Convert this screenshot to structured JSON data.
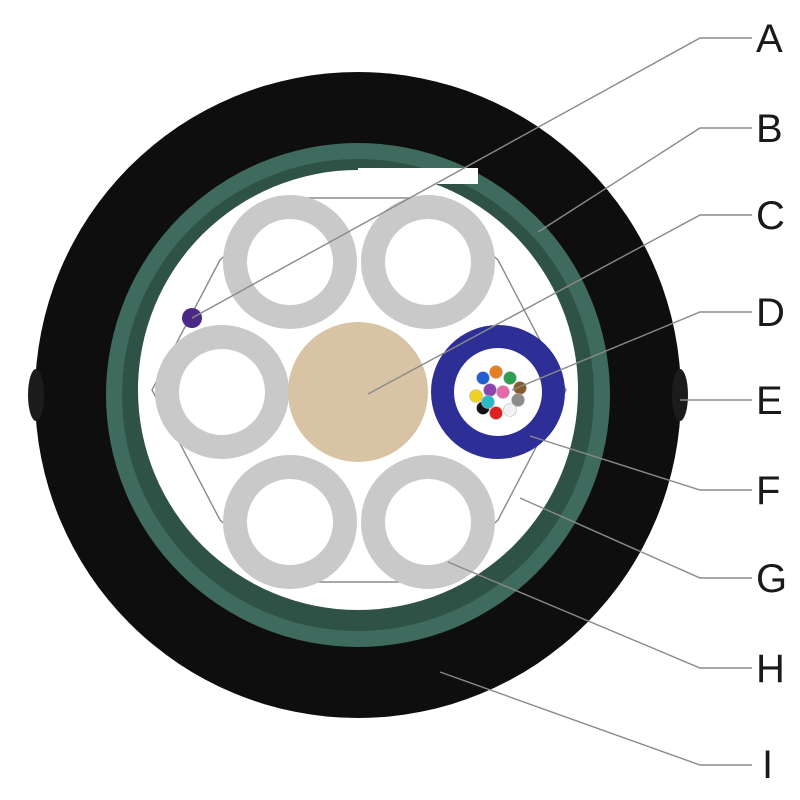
{
  "callouts": [
    {
      "id": "A",
      "label": "A"
    },
    {
      "id": "B",
      "label": "B"
    },
    {
      "id": "C",
      "label": "C"
    },
    {
      "id": "D",
      "label": "D"
    },
    {
      "id": "E",
      "label": "E"
    },
    {
      "id": "F",
      "label": "F"
    },
    {
      "id": "G",
      "label": "G"
    },
    {
      "id": "H",
      "label": "H"
    },
    {
      "id": "I",
      "label": "I"
    }
  ],
  "colors": {
    "outer_jacket": "#0e0e0e",
    "armor_tape": "#3f6b5e",
    "armor_tape_dark": "#2f5247",
    "core_filler": "#ffffff",
    "filler_tube": "#c9c9c9",
    "central_strength_member": "#d8c3a5",
    "loose_tube": "#2d2f96",
    "ripcord": "#4b2a86",
    "leader_line": "#8a8a8a",
    "fiber_colors": [
      "#1f5fd0",
      "#e67e22",
      "#2e9e4f",
      "#8b5a2b",
      "#8c8c8c",
      "#f2f2f2",
      "#e02020",
      "#111111",
      "#f0d020",
      "#8e44ad",
      "#e36aa8",
      "#2bb8c8"
    ]
  }
}
